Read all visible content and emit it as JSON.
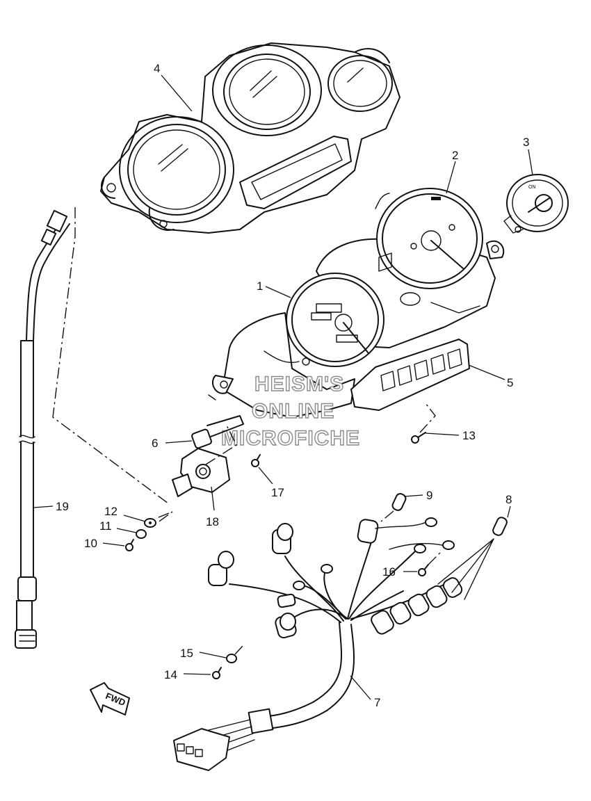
{
  "callouts": {
    "c1": "1",
    "c2": "2",
    "c3": "3",
    "c4": "4",
    "c5": "5",
    "c6": "6",
    "c7": "7",
    "c8": "8",
    "c9": "9",
    "c10": "10",
    "c11": "11",
    "c12": "12",
    "c13": "13",
    "c14": "14",
    "c15": "15",
    "c16": "16",
    "c17": "17",
    "c18": "18",
    "c19": "19"
  },
  "watermark": {
    "line1": "HEISM'S",
    "line2": "ONLINE",
    "line3": "MICROFICHE"
  },
  "fwd_label": "FWD",
  "switch_label": "ON",
  "colors": {
    "ink": "#111111",
    "background": "#ffffff",
    "watermark_outline": "#8a8a8a"
  },
  "icons": {
    "direction_arrow": "fwd-arrow-icon"
  }
}
